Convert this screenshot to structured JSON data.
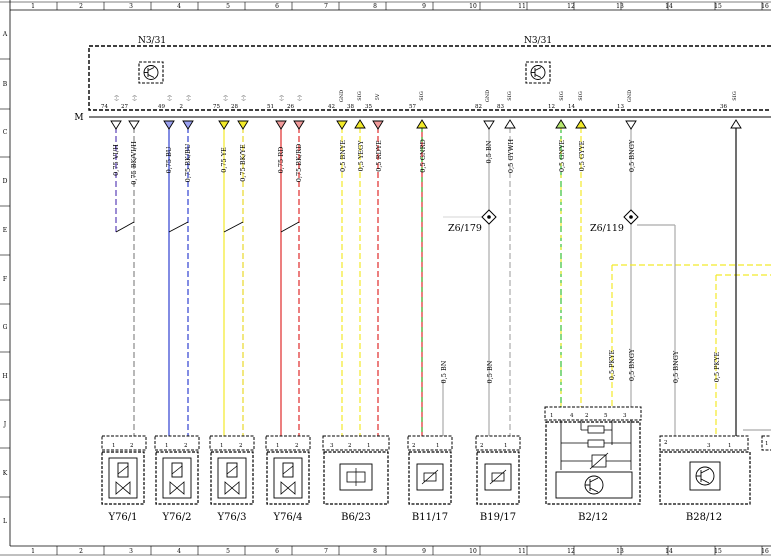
{
  "grid": {
    "columns": [
      "1",
      "2",
      "3",
      "4",
      "5",
      "6",
      "7",
      "8",
      "9",
      "10",
      "11",
      "12",
      "13",
      "14",
      "15",
      "16"
    ],
    "rows": [
      "A",
      "B",
      "C",
      "D",
      "E",
      "F",
      "G",
      "H",
      "J",
      "K",
      "L"
    ]
  },
  "ecu": {
    "label_left": "N3/31",
    "label_right": "N3/31",
    "bus_label": "M"
  },
  "terminals": [
    {
      "pin": "74",
      "sig": "(-)"
    },
    {
      "pin": "27",
      "sig": "(-)"
    },
    {
      "pin": "49",
      "sig": "(-)"
    },
    {
      "pin": "2",
      "sig": "(-)"
    },
    {
      "pin": "75",
      "sig": "(-)"
    },
    {
      "pin": "28",
      "sig": "(-)"
    },
    {
      "pin": "51",
      "sig": "(-)"
    },
    {
      "pin": "26",
      "sig": "(-)"
    },
    {
      "pin": "42",
      "sig": "GND"
    },
    {
      "pin": "38",
      "sig": "SIG"
    },
    {
      "pin": "35",
      "sig": "5V"
    },
    {
      "pin": "57",
      "sig": "SIG"
    },
    {
      "pin": "82",
      "sig": "GND"
    },
    {
      "pin": "83",
      "sig": "SIG"
    },
    {
      "pin": "12",
      "sig": "SIG"
    },
    {
      "pin": "14",
      "sig": "SIG"
    },
    {
      "pin": "13",
      "sig": "GND"
    },
    {
      "pin": "36",
      "sig": "SIG"
    }
  ],
  "wires_top": [
    "0,75 VI/H",
    "0,75 BK/VI/H",
    "0,75 BU",
    "0,75 BK/BU",
    "0,75 YE",
    "0,75 BK/YE",
    "0,75 RD",
    "0,75 BK/RD",
    "0,5 BNYE",
    "0,5 YEGY",
    "0,5 RDYE",
    "0,5 GNRD",
    "0,5 BN",
    "0,5 GYWH",
    "0,5 GNYE",
    "0,5 GYYE",
    "0,5 BNGY"
  ],
  "wires_bottom": [
    "0,5 BN",
    "0,5 BN",
    "0,5 PKYE",
    "0,5 BNGY",
    "0,5 BNGY",
    "0,5 PKYE"
  ],
  "splices": [
    "Z6/179",
    "Z6/119"
  ],
  "components": [
    "Y76/1",
    "Y76/2",
    "Y76/3",
    "Y76/4",
    "B6/23",
    "B11/17",
    "B19/17",
    "B2/12",
    "B28/12"
  ],
  "connector_pins": {
    "y76": [
      "1",
      "2"
    ],
    "b6_23": [
      "3",
      "2",
      "1"
    ],
    "b11_17": [
      "2",
      "1"
    ],
    "b19_17": [
      "2",
      "1"
    ],
    "b2_12": [
      "1",
      "4",
      "2",
      "5",
      "3"
    ],
    "b28_12": [
      "2",
      "3",
      "1"
    ],
    "b28_12_side": [
      "1"
    ]
  },
  "wire_colors": {
    "violet": "#5b3fb8",
    "blue": "#2f3fd0",
    "yellow": "#f2ea2a",
    "red": "#e02a2a",
    "brown": "#a47a48",
    "green": "#36c036",
    "grey": "#9a9a9a",
    "pink": "#f08ab0",
    "black": "#111111"
  }
}
